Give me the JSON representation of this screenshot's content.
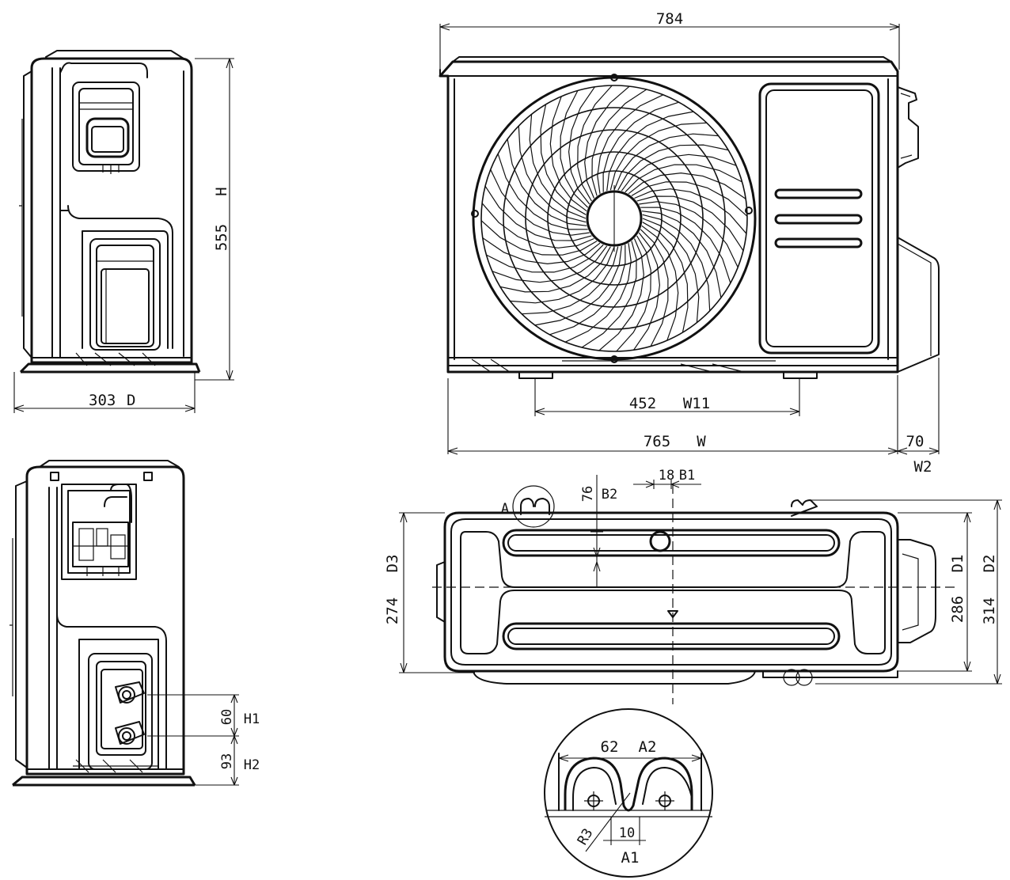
{
  "dimensions": {
    "width_top": "784",
    "depth_side": "303",
    "depth_side_code": "D",
    "height": "555",
    "height_code": "H",
    "feet_spacing": "452",
    "feet_spacing_code": "W11",
    "width_body": "765",
    "width_body_code": "W",
    "valve_protrusion": "70",
    "valve_protrusion_code": "W2",
    "pipe_h1": "60",
    "pipe_h1_code": "H1",
    "pipe_h2": "93",
    "pipe_h2_code": "H2",
    "depth_d3": "274",
    "depth_d3_code": "D3",
    "depth_d1": "286",
    "depth_d1_code": "D1",
    "depth_d2": "314",
    "depth_d2_code": "D2",
    "hole_b2": "76",
    "hole_b2_code": "B2",
    "hole_b1": "18",
    "hole_b1_code": "B1",
    "detail_marker": "A",
    "detail_a2": "62",
    "detail_a2_code": "A2",
    "detail_a1": "10",
    "detail_a1_code": "A1",
    "detail_radius": "R3"
  }
}
